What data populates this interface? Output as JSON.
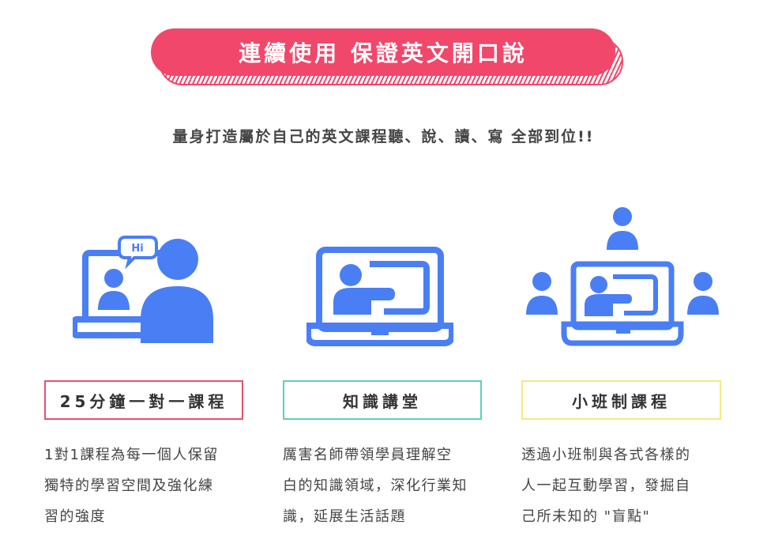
{
  "header": {
    "title": "連續使用 保證英文開口說",
    "subtitle": "量身打造屬於自己的英文課程聽、說、讀、寫 全部到位!!"
  },
  "colors": {
    "accent": "#f0476b",
    "icon_blue": "#4a7ef5",
    "pink_border": "#e8506e",
    "teal_border": "#5fcfc0",
    "yellow_border": "#f4ea82"
  },
  "features": [
    {
      "icon": "one-on-one-video-call-icon",
      "speech_bubble": "Hi",
      "label": "25分鐘一對一課程",
      "desc_lines": [
        "1對1課程為每一個人保留",
        "獨特的學習空間及強化練",
        "習的強度"
      ]
    },
    {
      "icon": "laptop-lecture-icon",
      "label": "知識講堂",
      "desc_lines": [
        "厲害名師帶領學員理解空",
        "白的知識領域，深化行業知",
        "識，延展生活話題"
      ]
    },
    {
      "icon": "small-group-class-icon",
      "label": "小班制課程",
      "desc_lines": [
        "透過小班制與各式各樣的",
        "人一起互動學習，發掘自",
        "己所未知的 \"盲點\""
      ]
    }
  ]
}
